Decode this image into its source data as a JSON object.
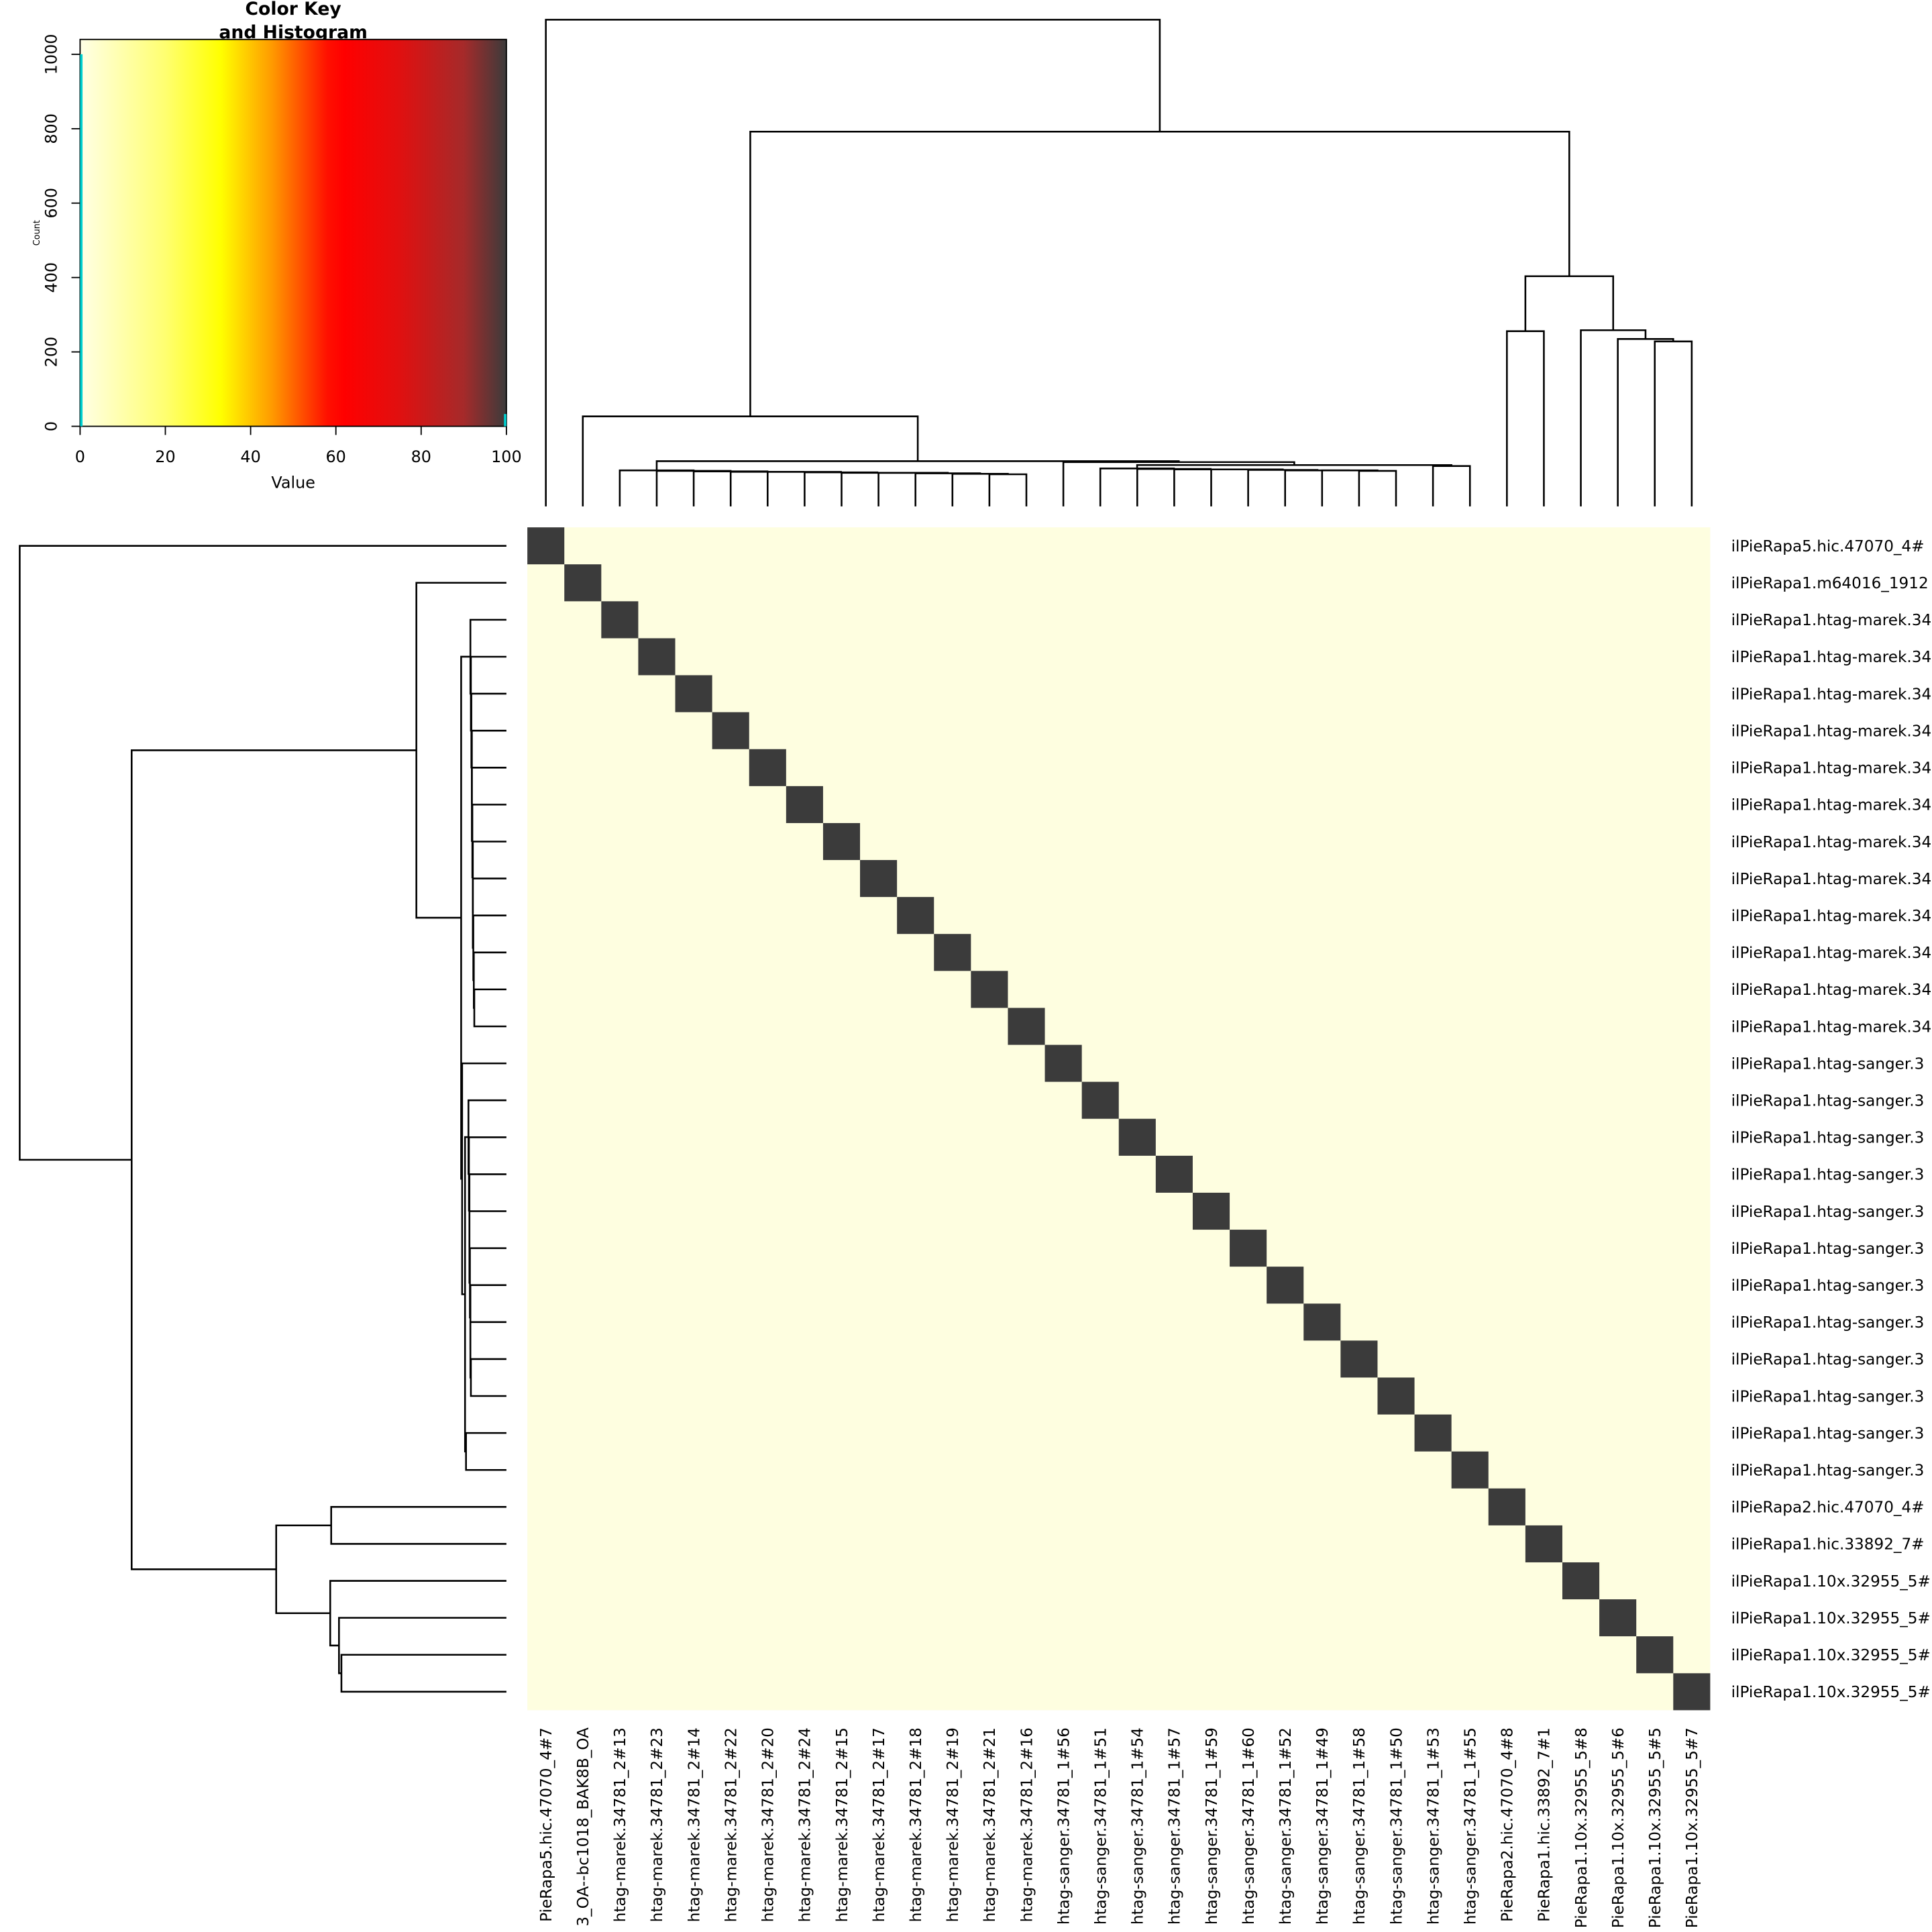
{
  "chart_data": {
    "type": "heatmap",
    "colors": {
      "low": "#fefee0",
      "high": "#3b3b3b",
      "histogram": "#00d0d0"
    },
    "diagonal_value": 100,
    "off_diagonal_value": 0,
    "row_labels": [
      "ilPieRapa5.hic.47070_4#",
      "ilPieRapa1.m64016_1912",
      "ilPieRapa1.htag-marek.34",
      "ilPieRapa1.htag-marek.34",
      "ilPieRapa1.htag-marek.34",
      "ilPieRapa1.htag-marek.34",
      "ilPieRapa1.htag-marek.34",
      "ilPieRapa1.htag-marek.34",
      "ilPieRapa1.htag-marek.34",
      "ilPieRapa1.htag-marek.34",
      "ilPieRapa1.htag-marek.34",
      "ilPieRapa1.htag-marek.34",
      "ilPieRapa1.htag-marek.34",
      "ilPieRapa1.htag-marek.34",
      "ilPieRapa1.htag-sanger.3",
      "ilPieRapa1.htag-sanger.3",
      "ilPieRapa1.htag-sanger.3",
      "ilPieRapa1.htag-sanger.3",
      "ilPieRapa1.htag-sanger.3",
      "ilPieRapa1.htag-sanger.3",
      "ilPieRapa1.htag-sanger.3",
      "ilPieRapa1.htag-sanger.3",
      "ilPieRapa1.htag-sanger.3",
      "ilPieRapa1.htag-sanger.3",
      "ilPieRapa1.htag-sanger.3",
      "ilPieRapa1.htag-sanger.3",
      "ilPieRapa2.hic.47070_4#",
      "ilPieRapa1.hic.33892_7#",
      "ilPieRapa1.10x.32955_5#",
      "ilPieRapa1.10x.32955_5#",
      "ilPieRapa1.10x.32955_5#",
      "ilPieRapa1.10x.32955_5#"
    ],
    "col_labels": [
      "PieRapa5.hic.47070_4#7",
      "3_OA--bc1018_BAK8B_OA",
      "htag-marek.34781_2#13",
      "htag-marek.34781_2#23",
      "htag-marek.34781_2#14",
      "htag-marek.34781_2#22",
      "htag-marek.34781_2#20",
      "htag-marek.34781_2#24",
      "htag-marek.34781_2#15",
      "htag-marek.34781_2#17",
      "htag-marek.34781_2#18",
      "htag-marek.34781_2#19",
      "htag-marek.34781_2#21",
      "htag-marek.34781_2#16",
      "htag-sanger.34781_1#56",
      "htag-sanger.34781_1#51",
      "htag-sanger.34781_1#54",
      "htag-sanger.34781_1#57",
      "htag-sanger.34781_1#59",
      "htag-sanger.34781_1#60",
      "htag-sanger.34781_1#52",
      "htag-sanger.34781_1#49",
      "htag-sanger.34781_1#58",
      "htag-sanger.34781_1#50",
      "htag-sanger.34781_1#53",
      "htag-sanger.34781_1#55",
      "PieRapa2.hic.47070_4#8",
      "PieRapa1.hic.33892_7#1",
      "PieRapa1.10x.32955_5#8",
      "PieRapa1.10x.32955_5#6",
      "PieRapa1.10x.32955_5#5",
      "PieRapa1.10x.32955_5#7"
    ],
    "dendrogram": [
      0,
      [
        [
          1,
          [
            [
              2,
              [
                3,
                [
                  4,
                  [
                    5,
                    [
                      6,
                      [
                        7,
                        [
                          8,
                          [
                            9,
                            [
                              10,
                              [
                                11,
                                [
                                  12,
                                  13,
                                  0.066
                                ],
                                0.067
                              ],
                              0.068
                            ],
                            0.069
                          ],
                          0.069
                        ],
                        0.07
                      ],
                      0.071
                    ],
                    0.071
                  ],
                  0.072
                ],
                0.073
              ],
              0.074
            ],
            [
              14,
              [
                [
                  15,
                  [
                    16,
                    [
                      17,
                      [
                        18,
                        [
                          19,
                          [
                            20,
                            [
                              21,
                              [
                                22,
                                23,
                                0.073
                              ],
                              0.074
                            ],
                            0.074
                          ],
                          0.075
                        ],
                        0.076
                      ],
                      0.076
                    ],
                    0.077
                  ],
                  0.078
                ],
                [
                  24,
                  25,
                  0.083
                ],
                0.085
              ],
              0.091
            ],
            0.093
          ],
          0.185
        ],
        [
          [
            26,
            27,
            0.36
          ],
          [
            28,
            [
              29,
              [
                30,
                31,
                0.339
              ],
              0.344
            ],
            0.362
          ],
          0.473
        ],
        0.77
      ],
      1.0
    ],
    "color_key": {
      "title_line1": "Color Key",
      "title_line2": "and Histogram",
      "xlabel": "Value",
      "ylabel": "Count",
      "xticks": [
        "0",
        "20",
        "40",
        "60",
        "80",
        "100"
      ],
      "yticks": [
        "0",
        "200",
        "400",
        "600",
        "800",
        "1000"
      ],
      "xlim": [
        0,
        100
      ],
      "ylim": [
        0,
        1040
      ],
      "gradient": [
        "#ffffe0",
        "#ffff00",
        "#ff8c00",
        "#ff0000",
        "#b22222",
        "#3b3b3b"
      ],
      "histogram": [
        {
          "value": 0,
          "count": 1024
        },
        {
          "value": 100,
          "count": 32
        }
      ]
    }
  }
}
